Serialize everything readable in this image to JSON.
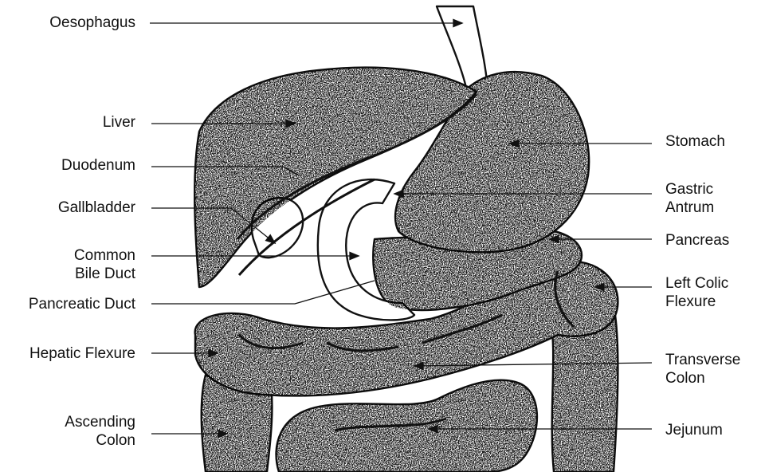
{
  "diagram": {
    "labels_left": [
      {
        "id": "oesophagus",
        "lines": [
          "Oesophagus"
        ]
      },
      {
        "id": "liver",
        "lines": [
          "Liver"
        ]
      },
      {
        "id": "duodenum",
        "lines": [
          "Duodenum"
        ]
      },
      {
        "id": "gallbladder",
        "lines": [
          "Gallbladder"
        ]
      },
      {
        "id": "common-bile-duct",
        "lines": [
          "Common",
          "Bile Duct"
        ]
      },
      {
        "id": "pancreatic-duct",
        "lines": [
          "Pancreatic Duct"
        ]
      },
      {
        "id": "hepatic-flexure",
        "lines": [
          "Hepatic Flexure"
        ]
      },
      {
        "id": "ascending-colon",
        "lines": [
          "Ascending",
          "Colon"
        ]
      }
    ],
    "labels_right": [
      {
        "id": "stomach",
        "lines": [
          "Stomach"
        ]
      },
      {
        "id": "gastric-antrum",
        "lines": [
          "Gastric",
          "Antrum"
        ]
      },
      {
        "id": "pancreas",
        "lines": [
          "Pancreas"
        ]
      },
      {
        "id": "left-colic-flexure",
        "lines": [
          "Left Colic",
          "Flexure"
        ]
      },
      {
        "id": "transverse-colon",
        "lines": [
          "Transverse",
          "Colon"
        ]
      },
      {
        "id": "jejunum",
        "lines": [
          "Jejunum"
        ]
      }
    ],
    "colors": {
      "ink": "#111111",
      "paper": "#ffffff"
    }
  }
}
